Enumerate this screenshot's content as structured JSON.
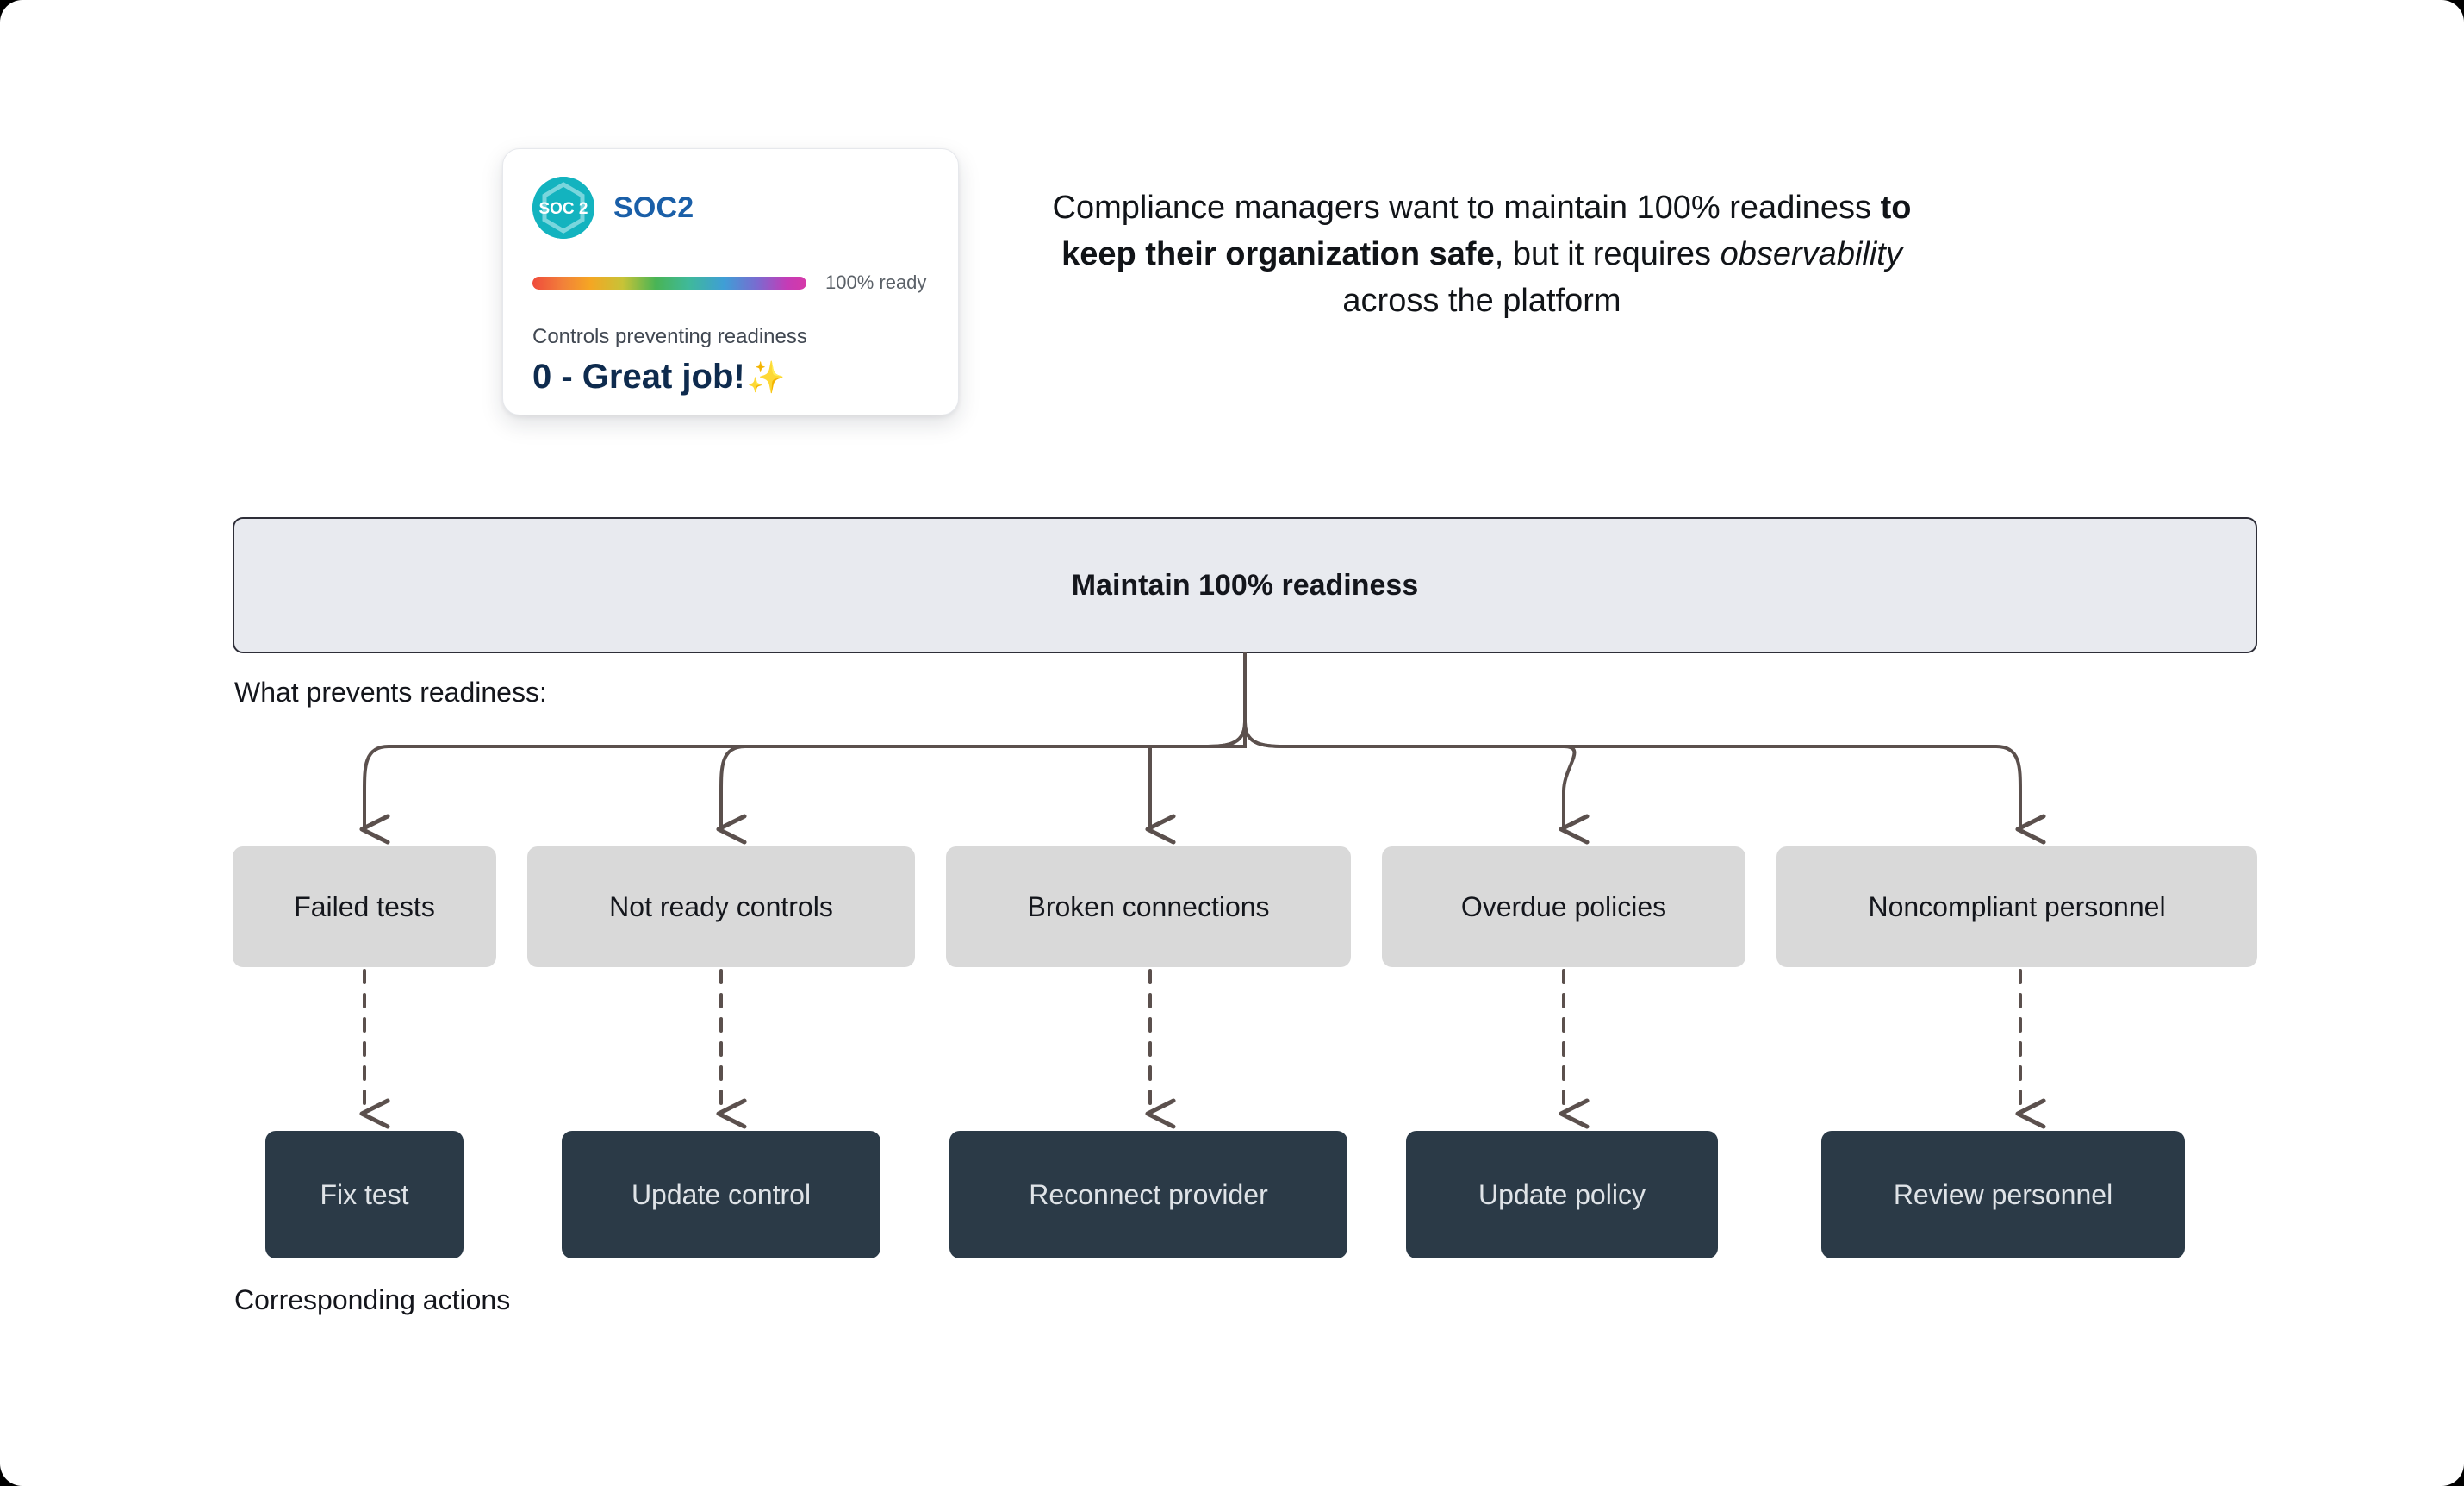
{
  "card": {
    "badge_icon": "soc2-hexagon-badge-icon",
    "badge_text": "SOC 2",
    "title": "SOC2",
    "progress_label": "100% ready",
    "progress_percent": 100,
    "subtitle": "Controls preventing readiness",
    "count_text": "0 - Great job!",
    "sparkle_icon": "✨",
    "colors": {
      "badge": "#13b3bf",
      "title": "#1a5fa8",
      "count": "#0e2b4e",
      "sparkle": "#f8a93c"
    }
  },
  "headline": {
    "part1": "Compliance managers want to maintain 100% readiness ",
    "bold": "to keep their organization safe",
    "part2": ", but it requires ",
    "italic": "observability",
    "part3": " across the platform"
  },
  "flow": {
    "banner_label": "Maintain 100% readiness",
    "causes_label": "What prevents readiness:",
    "actions_label": "Corresponding actions",
    "columns": [
      {
        "cause": "Failed tests",
        "action": "Fix test"
      },
      {
        "cause": "Not ready controls",
        "action": "Update control"
      },
      {
        "cause": "Broken connections",
        "action": "Reconnect provider"
      },
      {
        "cause": "Overdue policies",
        "action": "Update policy"
      },
      {
        "cause": "Noncompliant personnel",
        "action": "Review personnel"
      }
    ],
    "colors": {
      "banner_fill": "#e8eaef",
      "banner_border": "#2e2e38",
      "cause_fill": "#d9d9d9",
      "action_fill": "#2b3a47",
      "action_text": "#dfe3e7",
      "connector": "#5b504d"
    }
  }
}
